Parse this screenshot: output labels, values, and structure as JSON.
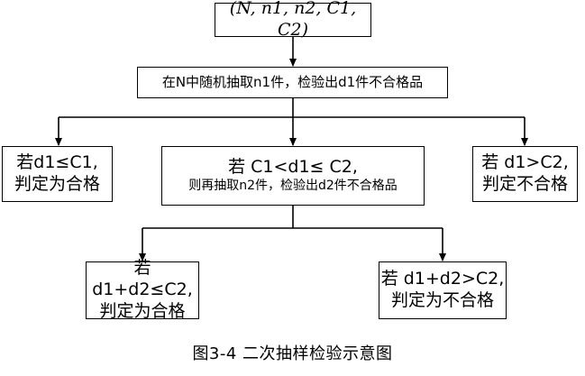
{
  "top_box": {
    "text": "(N, n1, n2, C1, C2)"
  },
  "step1_box": {
    "text": "在N中随机抽取n1件，检验出d1件不合格品"
  },
  "left_box": {
    "line1": "若d1≤C1,",
    "line2": "判定为合格"
  },
  "middle_box": {
    "line1": "若 C1<d1≤ C2,",
    "line2": "则再抽取n2件，检验出d2件不合格品"
  },
  "right_box": {
    "line1": "若 d1>C2,",
    "line2": "判定不合格"
  },
  "bottom_left_box": {
    "line1": "若d1+d2≤C2,",
    "line2": "判定为合格"
  },
  "bottom_right_box": {
    "line1": "若 d1+d2>C2,",
    "line2": "判定为不合格"
  },
  "caption": "图3-4  二次抽样检验示意图"
}
